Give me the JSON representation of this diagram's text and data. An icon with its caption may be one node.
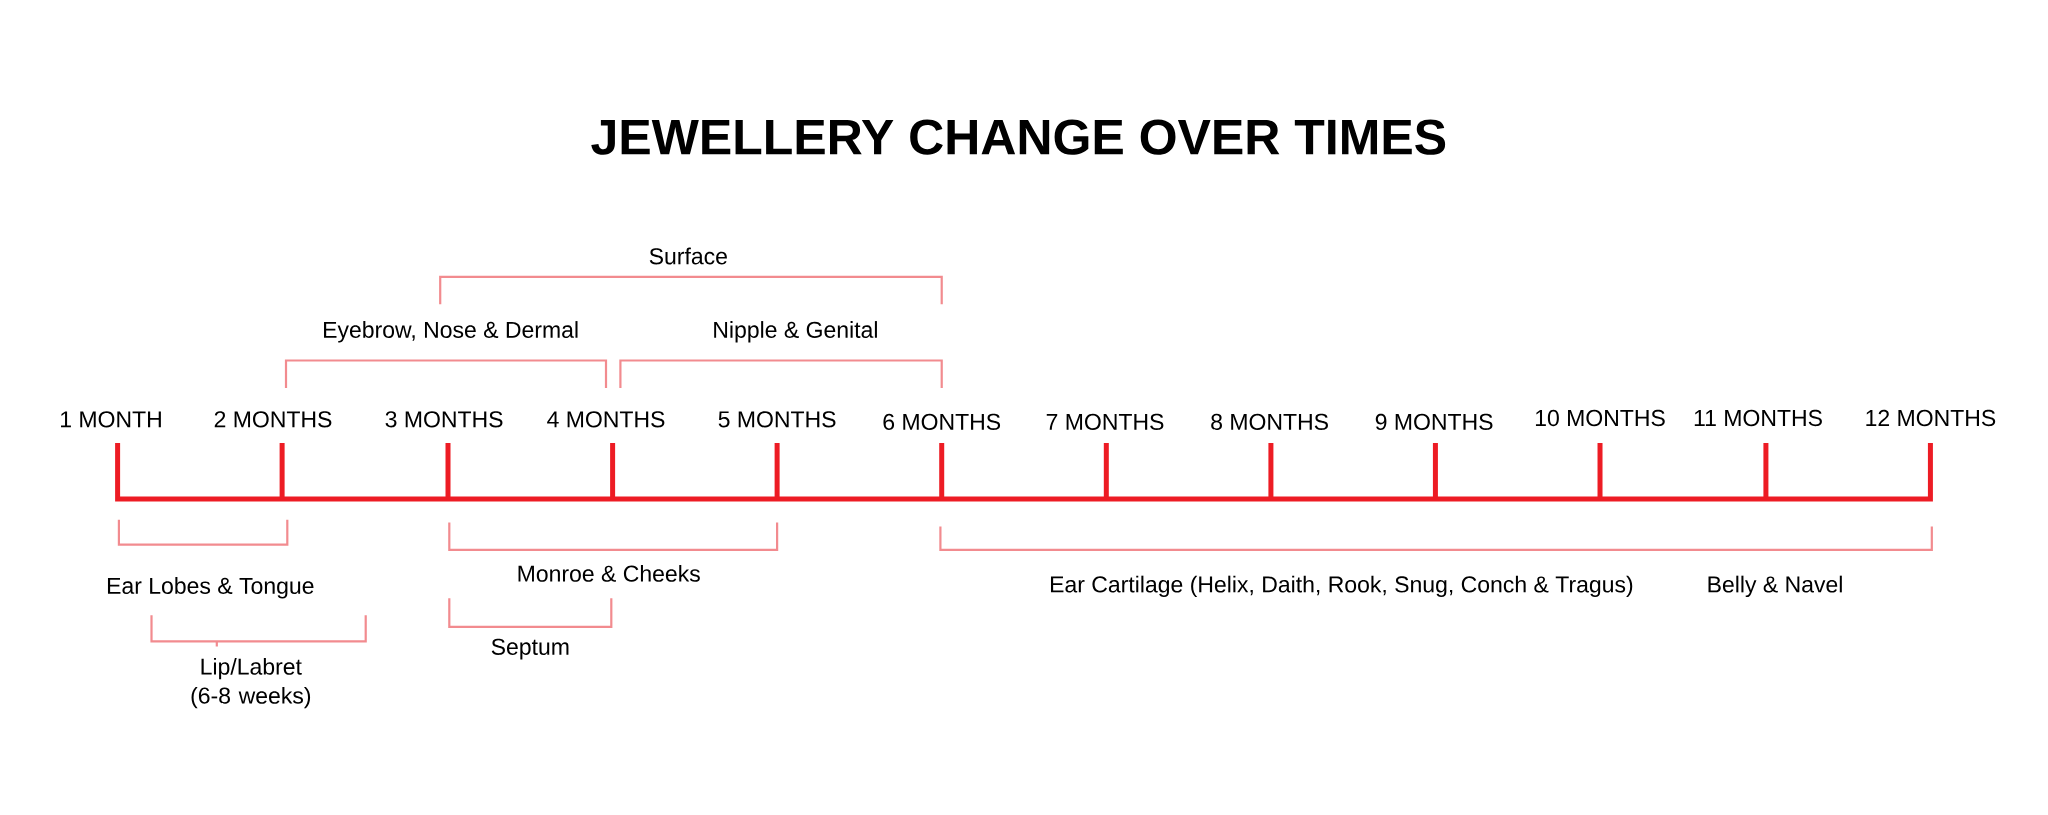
{
  "diagram": {
    "title": "JEWELLERY CHANGE OVER TIMES",
    "labels": [
      "Surface",
      "Eyebrow, Nose & Dermal",
      "Nipple & Genital",
      "1 MONTH",
      "2 MONTHS",
      "3 MONTHS",
      "4 MONTHS",
      "5 MONTHS",
      "6 MONTHS",
      "7 MONTHS",
      "8 MONTHS",
      "9 MONTHS",
      "10 MONTHS",
      "11 MONTHS",
      "12 MONTHS",
      "Monroe & Cheeks",
      "Ear Lobes & Tongue",
      "Ear Cartilage (Helix, Daith, Rook, Snug, Conch & Tragus)",
      "Belly & Navel",
      "Septum",
      "Lip/Labret (6-8 weeks)"
    ]
  }
}
